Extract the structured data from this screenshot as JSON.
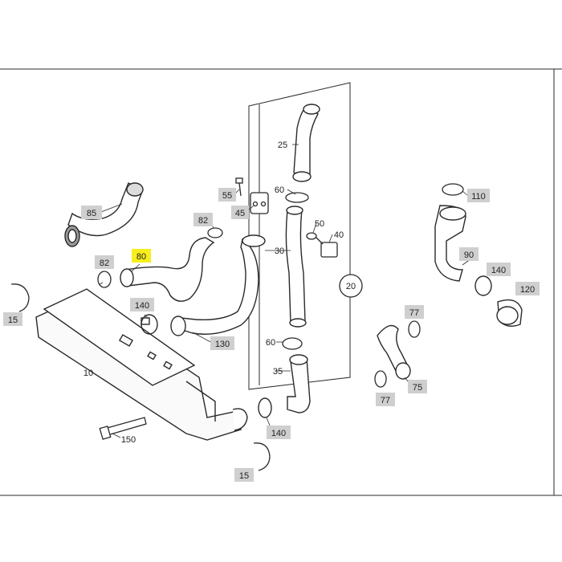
{
  "diagram": {
    "colors": {
      "line": "#2a2a2a",
      "label_bg": "#cfcfcf",
      "highlight_bg": "#f7ee1c",
      "panel_fill": "#f7f7f7"
    },
    "labels": {
      "p85": "85",
      "p55": "55",
      "p45": "45",
      "p60a": "60",
      "p25": "25",
      "p110": "110",
      "p82a": "82",
      "p50": "50",
      "p40": "40",
      "p82b": "82",
      "p80": "80",
      "p30": "30",
      "p90": "90",
      "p140a": "140",
      "p20": "20",
      "p120": "120",
      "p15a": "15",
      "p140b": "140",
      "p77a": "77",
      "p130": "130",
      "p60b": "60",
      "p10": "10",
      "p35": "35",
      "p75": "75",
      "p77b": "77",
      "p140c": "140",
      "p150": "150",
      "p15b": "15"
    },
    "highlighted_part": "80"
  }
}
